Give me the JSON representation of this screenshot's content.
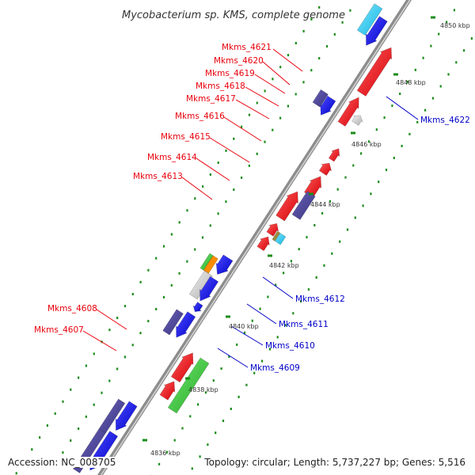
{
  "title": "Mycobacterium sp. KMS, complete genome",
  "accession": "Accession: NC_008705",
  "stats": "Topology: circular; Length: 5,737,227 bp; Genes: 5,516",
  "kbp_ticks": [
    "4850 kbp",
    "4848 kbp",
    "4846 kbp",
    "4844 kbp",
    "4842 kbp",
    "4840 kbp",
    "4838 kbp",
    "4836 kbp"
  ],
  "left_labels": [
    "Mkms_4621",
    "Mkms_4620",
    "Mkms_4619",
    "Mkms_4618",
    "Mkms_4617",
    "Mkms_4616",
    "Mkms_4615",
    "Mkms_4614",
    "Mkms_4613",
    "Mkms_4608",
    "Mkms_4607"
  ],
  "right_labels": [
    "Mkms_4622",
    "Mkms_4612",
    "Mkms_4611",
    "Mkms_4610",
    "Mkms_4609"
  ],
  "colors": {
    "forward_gene": "#e8000b",
    "reverse_gene": "#1010dd",
    "reverse_gene_dark": "#4b4496",
    "other_gene": "#d0d0d0",
    "cyan_gene": "#1ec8f0",
    "green_gene": "#3cc83c",
    "orange_gene": "#ff8c00",
    "olive_gene": "#a08c3c",
    "backbone": "#888888",
    "tick_dots": "#1a8c1a",
    "left_label": "#e8000b",
    "right_label": "#0000c8"
  }
}
